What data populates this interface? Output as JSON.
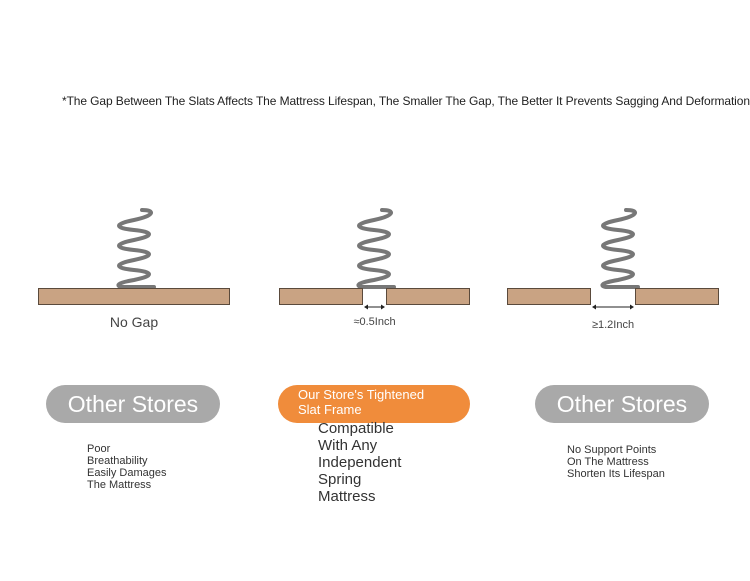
{
  "headline": "*The Gap Between The Slats Affects The Mattress Lifespan, The Smaller The Gap, The Better It Prevents Sagging And Deformation",
  "panels": [
    {
      "caption": "No Gap",
      "pill": "Other Stores",
      "note": [
        "Poor",
        "Breathability",
        "Easily Damages",
        "The Mattress"
      ]
    },
    {
      "caption": "≈0.5Inch",
      "pill": [
        "Our Store's Tightened",
        "Slat Frame"
      ],
      "note": [
        "Compatible",
        "With Any",
        "Independent",
        "Spring",
        "Mattress"
      ]
    },
    {
      "caption": "≥1.2Inch",
      "pill": "Other Stores",
      "note": [
        "No Support Points",
        "On The Mattress",
        "Shorten Its Lifespan"
      ]
    }
  ],
  "colors": {
    "slat": "#c9a383",
    "spring": "#777777",
    "pill_gray": "#a9a9a9",
    "pill_orange": "#f08c3b"
  },
  "icons": [
    "spring-icon",
    "gap-arrow-icon"
  ]
}
